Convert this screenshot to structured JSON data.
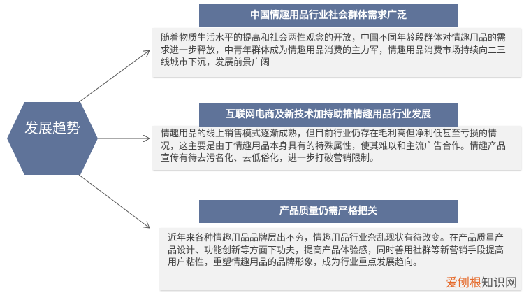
{
  "center": "发展趋势",
  "items": [
    {
      "title": "中国情趣用品行业社会群体需求广泛",
      "text": "随着物质生活水平的提高和社会两性观念的开放，中国不同年龄段群体对情趣用品的需求进一步释放，中青年群体成为情趣用品消费的主力军，情趣用品消费市场持续向二三线城市下沉，发展前景广阔"
    },
    {
      "title": "互联网电商及新技术加持助推情趣用品行业发展",
      "text": "情趣用品的线上销售模式逐渐成熟，但目前行业仍存在毛利高但净利低甚至亏损的情况，这主要是由于情趣用品本身具有的特殊属性，使其难以和主流广告合作。情趣产品宣传有待去污名化、去低俗化，进一步打破营销限制。"
    },
    {
      "title": "产品质量仍需严格把关",
      "text": "近年来各种情趣用品品牌层出不穷，情趣用品行业杂乱现状有待改变。在产品质量产品设计、功能创新等方面下功夫，提高产品体验感，同时善用社群等新营销手段提高用户粘性，重塑情趣用品的品牌形象，成为行业重点发展趋向。"
    }
  ],
  "watermark": {
    "brand": "爱刨根",
    "suffix": "知识网"
  },
  "colors": {
    "accent": "#5f7399",
    "box": "#f2f2f2"
  }
}
